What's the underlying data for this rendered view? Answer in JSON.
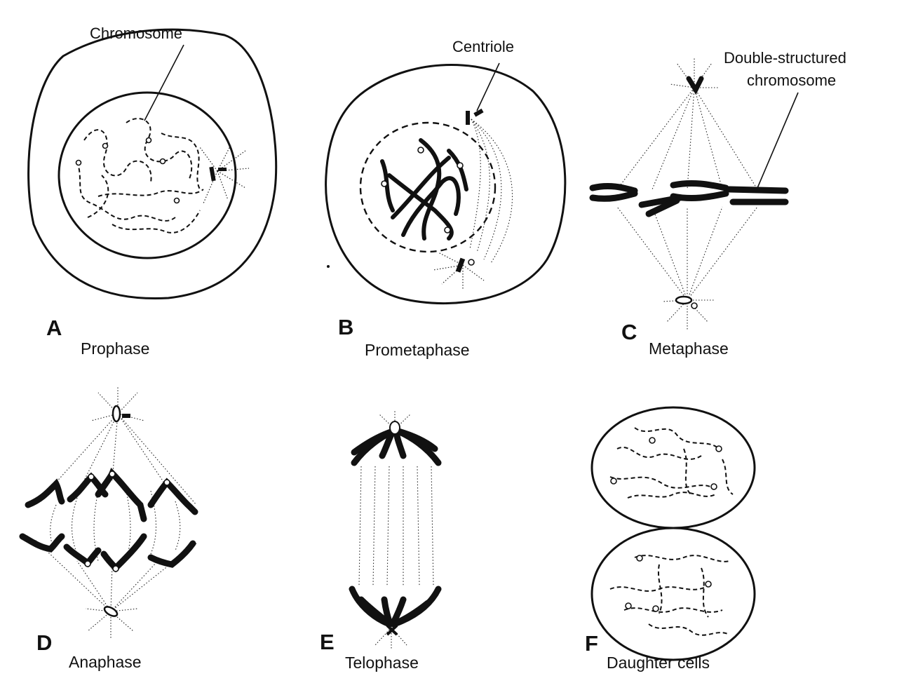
{
  "panels": [
    {
      "letter": "A",
      "phase": "Prophase"
    },
    {
      "letter": "B",
      "phase": "Prometaphase"
    },
    {
      "letter": "C",
      "phase": "Metaphase"
    },
    {
      "letter": "D",
      "phase": "Anaphase"
    },
    {
      "letter": "E",
      "phase": "Telophase"
    },
    {
      "letter": "F",
      "phase": "Daughter cells"
    }
  ],
  "callouts": {
    "chromosome": "Chromosome",
    "centriole": "Centriole",
    "double_structured_line1": "Double-structured",
    "double_structured_line2": "chromosome"
  },
  "colors": {
    "ink": "#111111",
    "background": "#ffffff"
  }
}
